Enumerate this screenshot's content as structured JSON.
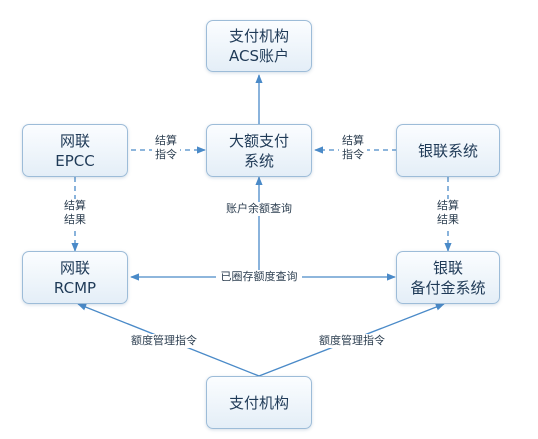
{
  "nodes": {
    "acs": {
      "line1": "支付机构",
      "line2": "ACS账户"
    },
    "lvps": {
      "line1": "大额支付",
      "line2": "系统"
    },
    "epcc": {
      "line1": "网联",
      "line2": "EPCC"
    },
    "unionpay": {
      "line1": "银联系统"
    },
    "rcmp": {
      "line1": "网联",
      "line2": "RCMP"
    },
    "reserve": {
      "line1": "银联",
      "line2": "备付金系统"
    },
    "institution": {
      "line1": "支付机构"
    }
  },
  "edges": {
    "epcc_lvps": {
      "line1": "结算",
      "line2": "指令"
    },
    "unionpay_lvps": {
      "line1": "结算",
      "line2": "指令"
    },
    "epcc_rcmp": {
      "line1": "结算",
      "line2": "结果"
    },
    "unionpay_reserve": {
      "line1": "结算",
      "line2": "结果"
    },
    "balance_query": {
      "text": "账户余额查询"
    },
    "ringfenced_query": {
      "text": "已圈存额度查询"
    },
    "quota_left": {
      "text": "额度管理指令"
    },
    "quota_right": {
      "text": "额度管理指令"
    }
  },
  "colors": {
    "line": "#4a8ac8",
    "border": "#9dbcd8",
    "text": "#1f3a57"
  }
}
